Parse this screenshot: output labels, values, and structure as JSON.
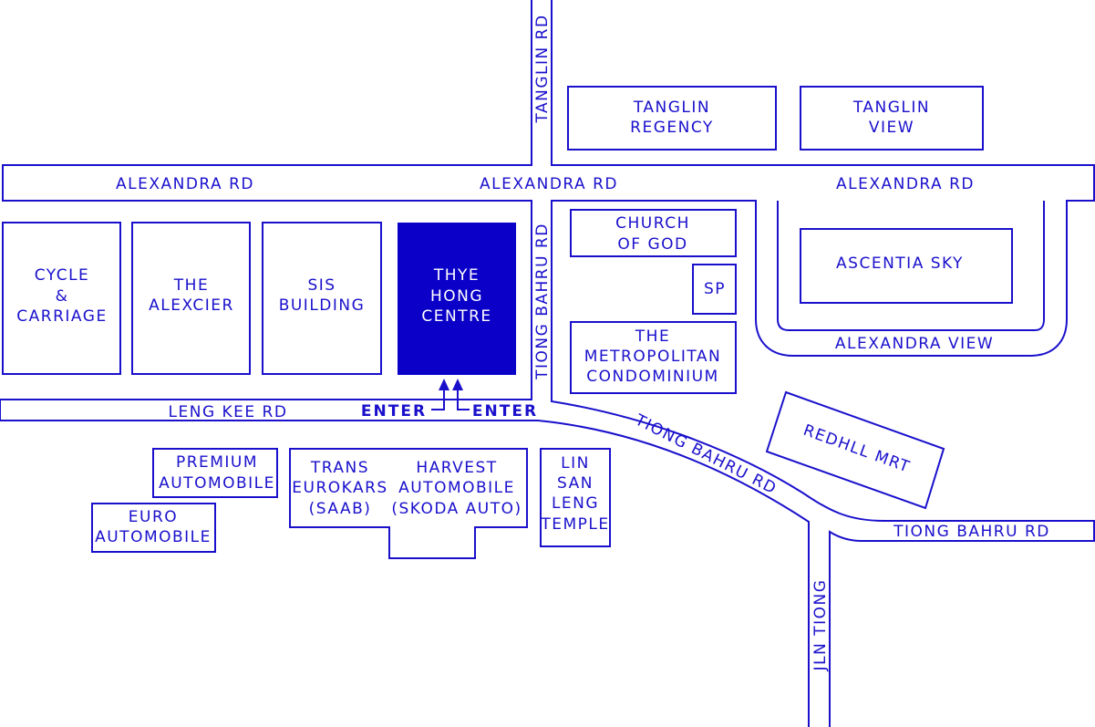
{
  "colors": {
    "line": "#1a10cc",
    "highlight": "#0a00c8"
  },
  "roads": {
    "tanglin_rd": "TANGLIN RD",
    "alexandra_rd": [
      "ALEXANDRA RD",
      "ALEXANDRA RD",
      "ALEXANDRA RD"
    ],
    "tiong_bahru_rd": [
      "TIONG BAHRU RD",
      "TIONG BAHRU RD",
      "TIONG BAHRU RD"
    ],
    "leng_kee_rd": "LENG KEE RD",
    "alexandra_view": "ALEXANDRA VIEW",
    "jln_tiong": "JLN TIONG"
  },
  "buildings": {
    "tanglin_regency": [
      "TANGLIN",
      "REGENCY"
    ],
    "tanglin_view": [
      "TANGLIN",
      "VIEW"
    ],
    "cycle_carriage": [
      "CYCLE",
      "&",
      "CARRIAGE"
    ],
    "the_alexcier": [
      "THE",
      "ALEXCIER"
    ],
    "sis_building": [
      "SIS",
      "BUILDING"
    ],
    "thye_hong_centre": [
      "THYE",
      "HONG",
      "CENTRE"
    ],
    "church_of_god": [
      "CHURCH",
      "OF GOD"
    ],
    "sp": "SP",
    "metropolitan": [
      "THE",
      "METROPOLITAN",
      "CONDOMINIUM"
    ],
    "ascentia_sky": "ASCENTIA SKY",
    "redhill_mrt": "REDHLL MRT",
    "premium_automobile": [
      "PREMIUM",
      "AUTOMOBILE"
    ],
    "euro_automobile": [
      "EURO",
      "AUTOMOBILE"
    ],
    "trans_eurokars": [
      "TRANS",
      "EUROKARS",
      "(SAAB)"
    ],
    "harvest_automobile": [
      "HARVEST",
      "AUTOMOBILE",
      "(SKODA AUTO)"
    ],
    "lin_san_leng": [
      "LIN",
      "SAN",
      "LENG",
      "TEMPLE"
    ]
  },
  "entrances": [
    "ENTER",
    "ENTER"
  ]
}
